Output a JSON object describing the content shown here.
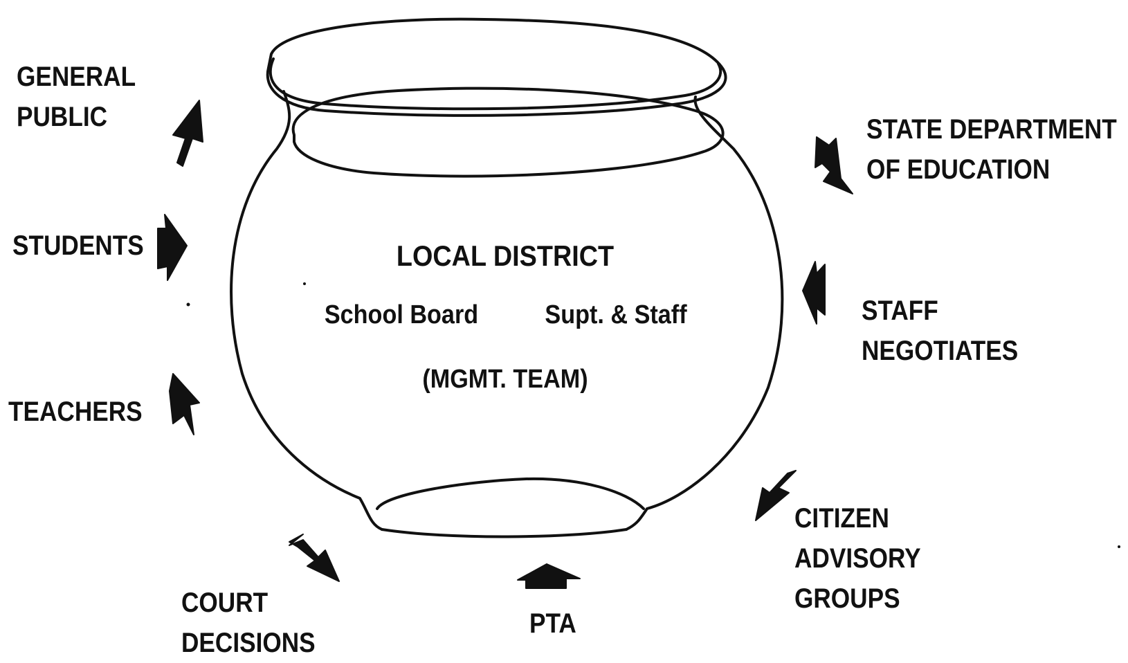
{
  "diagram": {
    "center": {
      "title": "LOCAL DISTRICT",
      "left_group": "School Board",
      "right_group": "Supt. & Staff",
      "team": "(MGMT. TEAM)"
    },
    "influences": {
      "general_public": [
        "GENERAL",
        "PUBLIC"
      ],
      "students": [
        "STUDENTS"
      ],
      "teachers": [
        "TEACHERS"
      ],
      "court_decisions": [
        "COURT",
        "DECISIONS"
      ],
      "pta": [
        "PTA"
      ],
      "citizen_advisory_groups": [
        "CITIZEN",
        "ADVISORY",
        "GROUPS"
      ],
      "staff_negotiates": [
        "STAFF",
        "NEGOTIATES"
      ],
      "state_department": [
        "STATE DEPARTMENT",
        "OF EDUCATION"
      ]
    },
    "colors": {
      "ink": "#111111",
      "background": "#ffffff"
    }
  }
}
